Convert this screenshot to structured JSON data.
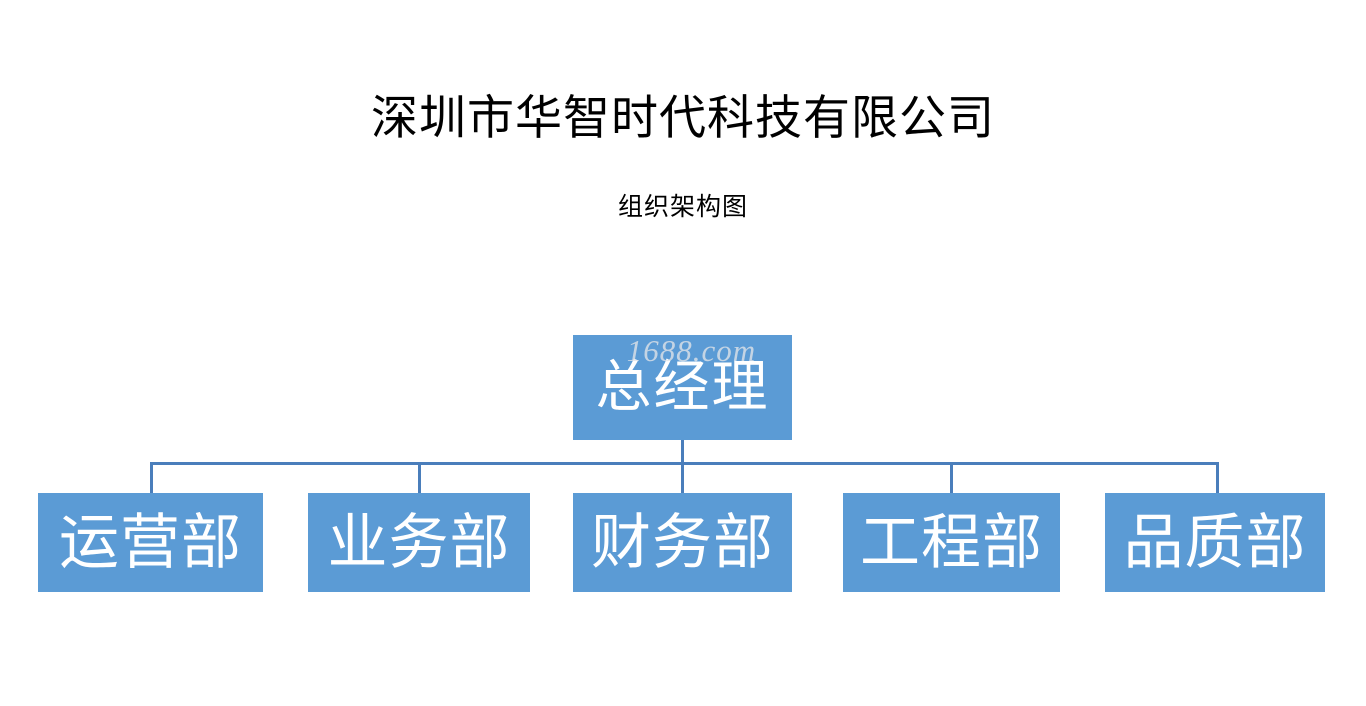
{
  "document": {
    "title": "深圳市华智时代科技有限公司",
    "subtitle": "组织架构图"
  },
  "watermark": {
    "text": "1688.com"
  },
  "colors": {
    "node_fill": "#5B9BD5",
    "node_text": "#ffffff",
    "connector": "#4A7EBB",
    "page_background": "#ffffff",
    "heading_text": "#000000"
  },
  "chart_data": {
    "type": "diagram",
    "diagram_type": "organization-chart",
    "title": "深圳市华智时代科技有限公司",
    "subtitle": "组织架构图",
    "orientation": "top-down",
    "levels": 2,
    "nodes": [
      {
        "id": "root",
        "label": "总经理",
        "level": 0,
        "parent": null
      },
      {
        "id": "ops",
        "label": "运营部",
        "level": 1,
        "parent": "root"
      },
      {
        "id": "business",
        "label": "业务部",
        "level": 1,
        "parent": "root"
      },
      {
        "id": "finance",
        "label": "财务部",
        "level": 1,
        "parent": "root"
      },
      {
        "id": "engineer",
        "label": "工程部",
        "level": 1,
        "parent": "root"
      },
      {
        "id": "quality",
        "label": "品质部",
        "level": 1,
        "parent": "root"
      }
    ],
    "edges": [
      {
        "from": "root",
        "to": "ops"
      },
      {
        "from": "root",
        "to": "business"
      },
      {
        "from": "root",
        "to": "finance"
      },
      {
        "from": "root",
        "to": "engineer"
      },
      {
        "from": "root",
        "to": "quality"
      }
    ]
  }
}
